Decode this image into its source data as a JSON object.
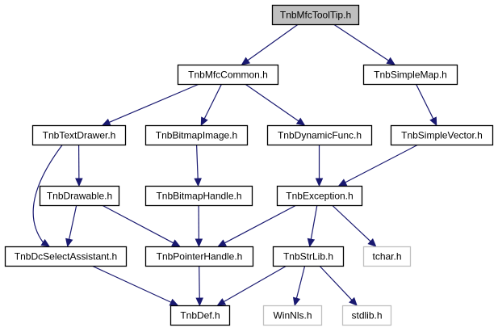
{
  "nodes": [
    {
      "id": "tooltip",
      "label": "TnbMfcToolTip.h",
      "style": "root"
    },
    {
      "id": "mfccommon",
      "label": "TnbMfcCommon.h",
      "style": "normal"
    },
    {
      "id": "simplemap",
      "label": "TnbSimpleMap.h",
      "style": "normal"
    },
    {
      "id": "textdrawer",
      "label": "TnbTextDrawer.h",
      "style": "normal"
    },
    {
      "id": "bitmapimage",
      "label": "TnbBitmapImage.h",
      "style": "normal"
    },
    {
      "id": "dynamicfunc",
      "label": "TnbDynamicFunc.h",
      "style": "normal"
    },
    {
      "id": "simplevector",
      "label": "TnbSimpleVector.h",
      "style": "normal"
    },
    {
      "id": "drawable",
      "label": "TnbDrawable.h",
      "style": "normal"
    },
    {
      "id": "bitmaphandle",
      "label": "TnbBitmapHandle.h",
      "style": "normal"
    },
    {
      "id": "exception",
      "label": "TnbException.h",
      "style": "normal"
    },
    {
      "id": "dcselect",
      "label": "TnbDcSelectAssistant.h",
      "style": "normal"
    },
    {
      "id": "pointerhandle",
      "label": "TnbPointerHandle.h",
      "style": "normal"
    },
    {
      "id": "strlib",
      "label": "TnbStrLib.h",
      "style": "normal"
    },
    {
      "id": "tchar",
      "label": "tchar.h",
      "style": "external"
    },
    {
      "id": "tnbdef",
      "label": "TnbDef.h",
      "style": "normal"
    },
    {
      "id": "winnls",
      "label": "WinNls.h",
      "style": "external"
    },
    {
      "id": "stdlib",
      "label": "stdlib.h",
      "style": "external"
    }
  ],
  "edges": [
    {
      "from": "tooltip",
      "to": "mfccommon"
    },
    {
      "from": "tooltip",
      "to": "simplemap"
    },
    {
      "from": "mfccommon",
      "to": "textdrawer"
    },
    {
      "from": "mfccommon",
      "to": "bitmapimage"
    },
    {
      "from": "mfccommon",
      "to": "dynamicfunc"
    },
    {
      "from": "simplemap",
      "to": "simplevector"
    },
    {
      "from": "textdrawer",
      "to": "drawable"
    },
    {
      "from": "textdrawer",
      "to": "dcselect"
    },
    {
      "from": "bitmapimage",
      "to": "bitmaphandle"
    },
    {
      "from": "dynamicfunc",
      "to": "exception"
    },
    {
      "from": "simplevector",
      "to": "exception"
    },
    {
      "from": "drawable",
      "to": "dcselect"
    },
    {
      "from": "drawable",
      "to": "pointerhandle"
    },
    {
      "from": "bitmaphandle",
      "to": "pointerhandle"
    },
    {
      "from": "exception",
      "to": "pointerhandle"
    },
    {
      "from": "exception",
      "to": "strlib"
    },
    {
      "from": "exception",
      "to": "tchar"
    },
    {
      "from": "dcselect",
      "to": "tnbdef"
    },
    {
      "from": "pointerhandle",
      "to": "tnbdef"
    },
    {
      "from": "strlib",
      "to": "tnbdef"
    },
    {
      "from": "strlib",
      "to": "winnls"
    },
    {
      "from": "strlib",
      "to": "stdlib"
    }
  ],
  "colors": {
    "edge": "#191970",
    "root_fill": "#bfbfbf",
    "node_fill": "#ffffff",
    "node_border": "#000000",
    "external_border": "#bfbfbf"
  }
}
